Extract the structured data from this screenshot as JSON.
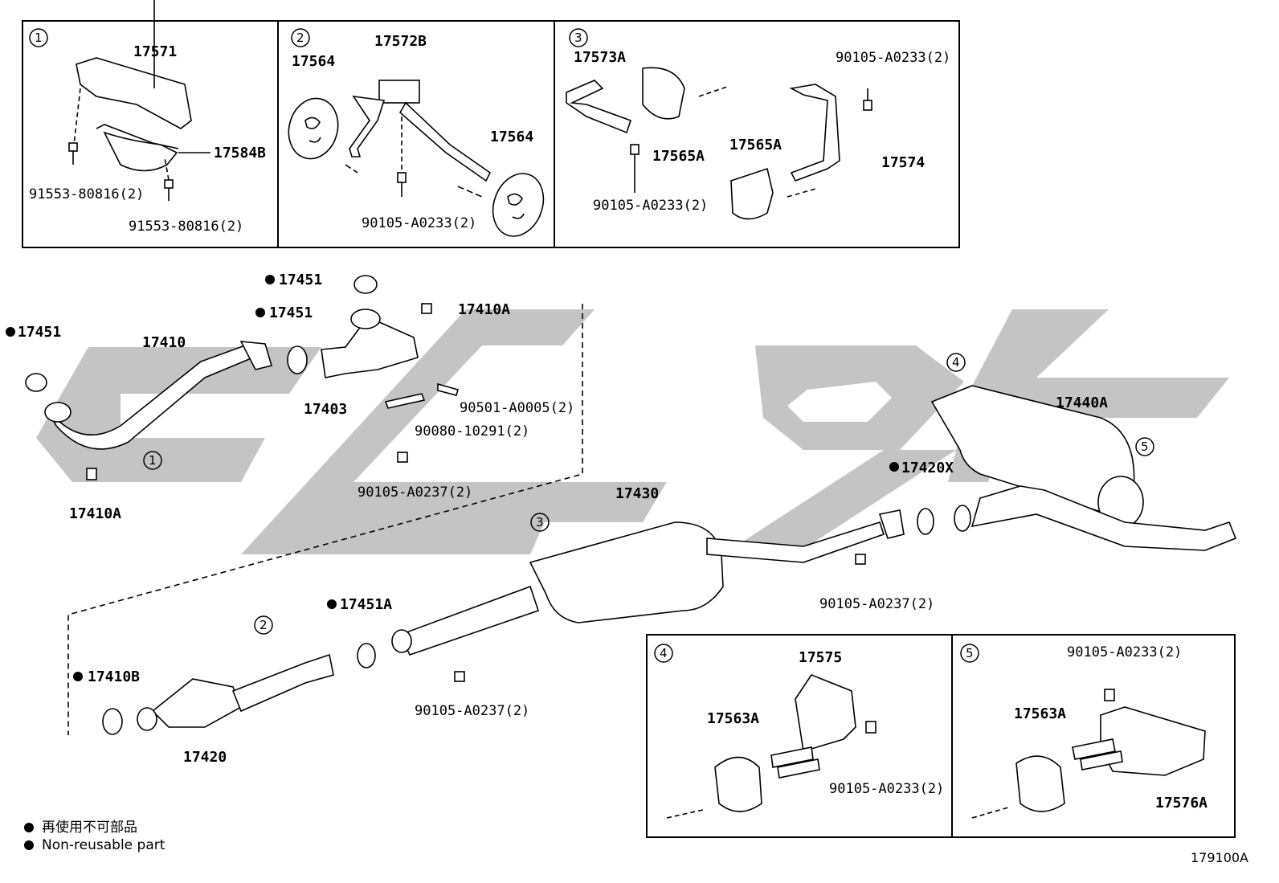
{
  "insets": {
    "i1": {
      "badge": "1",
      "p1": "17571",
      "p2": "17584B",
      "b1": "91553-80816(2)",
      "b2": "91553-80816(2)"
    },
    "i2": {
      "badge": "2",
      "p1": "17564",
      "p2": "17572B",
      "p3": "17564",
      "b1": "90105-A0233(2)"
    },
    "i3": {
      "badge": "3",
      "p1": "17573A",
      "p2": "17565A",
      "p3": "17565A",
      "p4": "17574",
      "b1": "90105-A0233(2)",
      "b2": "90105-A0233(2)"
    },
    "i4": {
      "badge": "4",
      "p1": "17575",
      "p2": "17563A",
      "b1": "90105-A0233(2)"
    },
    "i5": {
      "badge": "5",
      "p1": "17563A",
      "p2": "17576A",
      "b1": "90105-A0233(2)"
    }
  },
  "parts": {
    "gasket_top": "17451",
    "gasket_mid": "17451",
    "gasket_left": "17451",
    "front_pipe": "17410",
    "nut_top": "17410A",
    "nut_left": "17410A",
    "exhaust_pipe": "17403",
    "stud": "90501-A0005(2)",
    "bolt1": "90080-10291(2)",
    "bolt2": "90105-A0237(2)",
    "tail_pipe": "17440A",
    "gasket_x": "17420X",
    "center_pipe": "17430",
    "bolt3": "90105-A0237(2)",
    "gasket_a": "17451A",
    "gasket_b": "17410B",
    "converter": "17420",
    "bolt4": "90105-A0237(2)"
  },
  "callouts": {
    "c1": "1",
    "c2": "2",
    "c3": "3",
    "c4": "4",
    "c5": "5"
  },
  "legend": {
    "jp": "再使用不可部品",
    "en": "Non-reusable part"
  },
  "figure_id": "179100A"
}
